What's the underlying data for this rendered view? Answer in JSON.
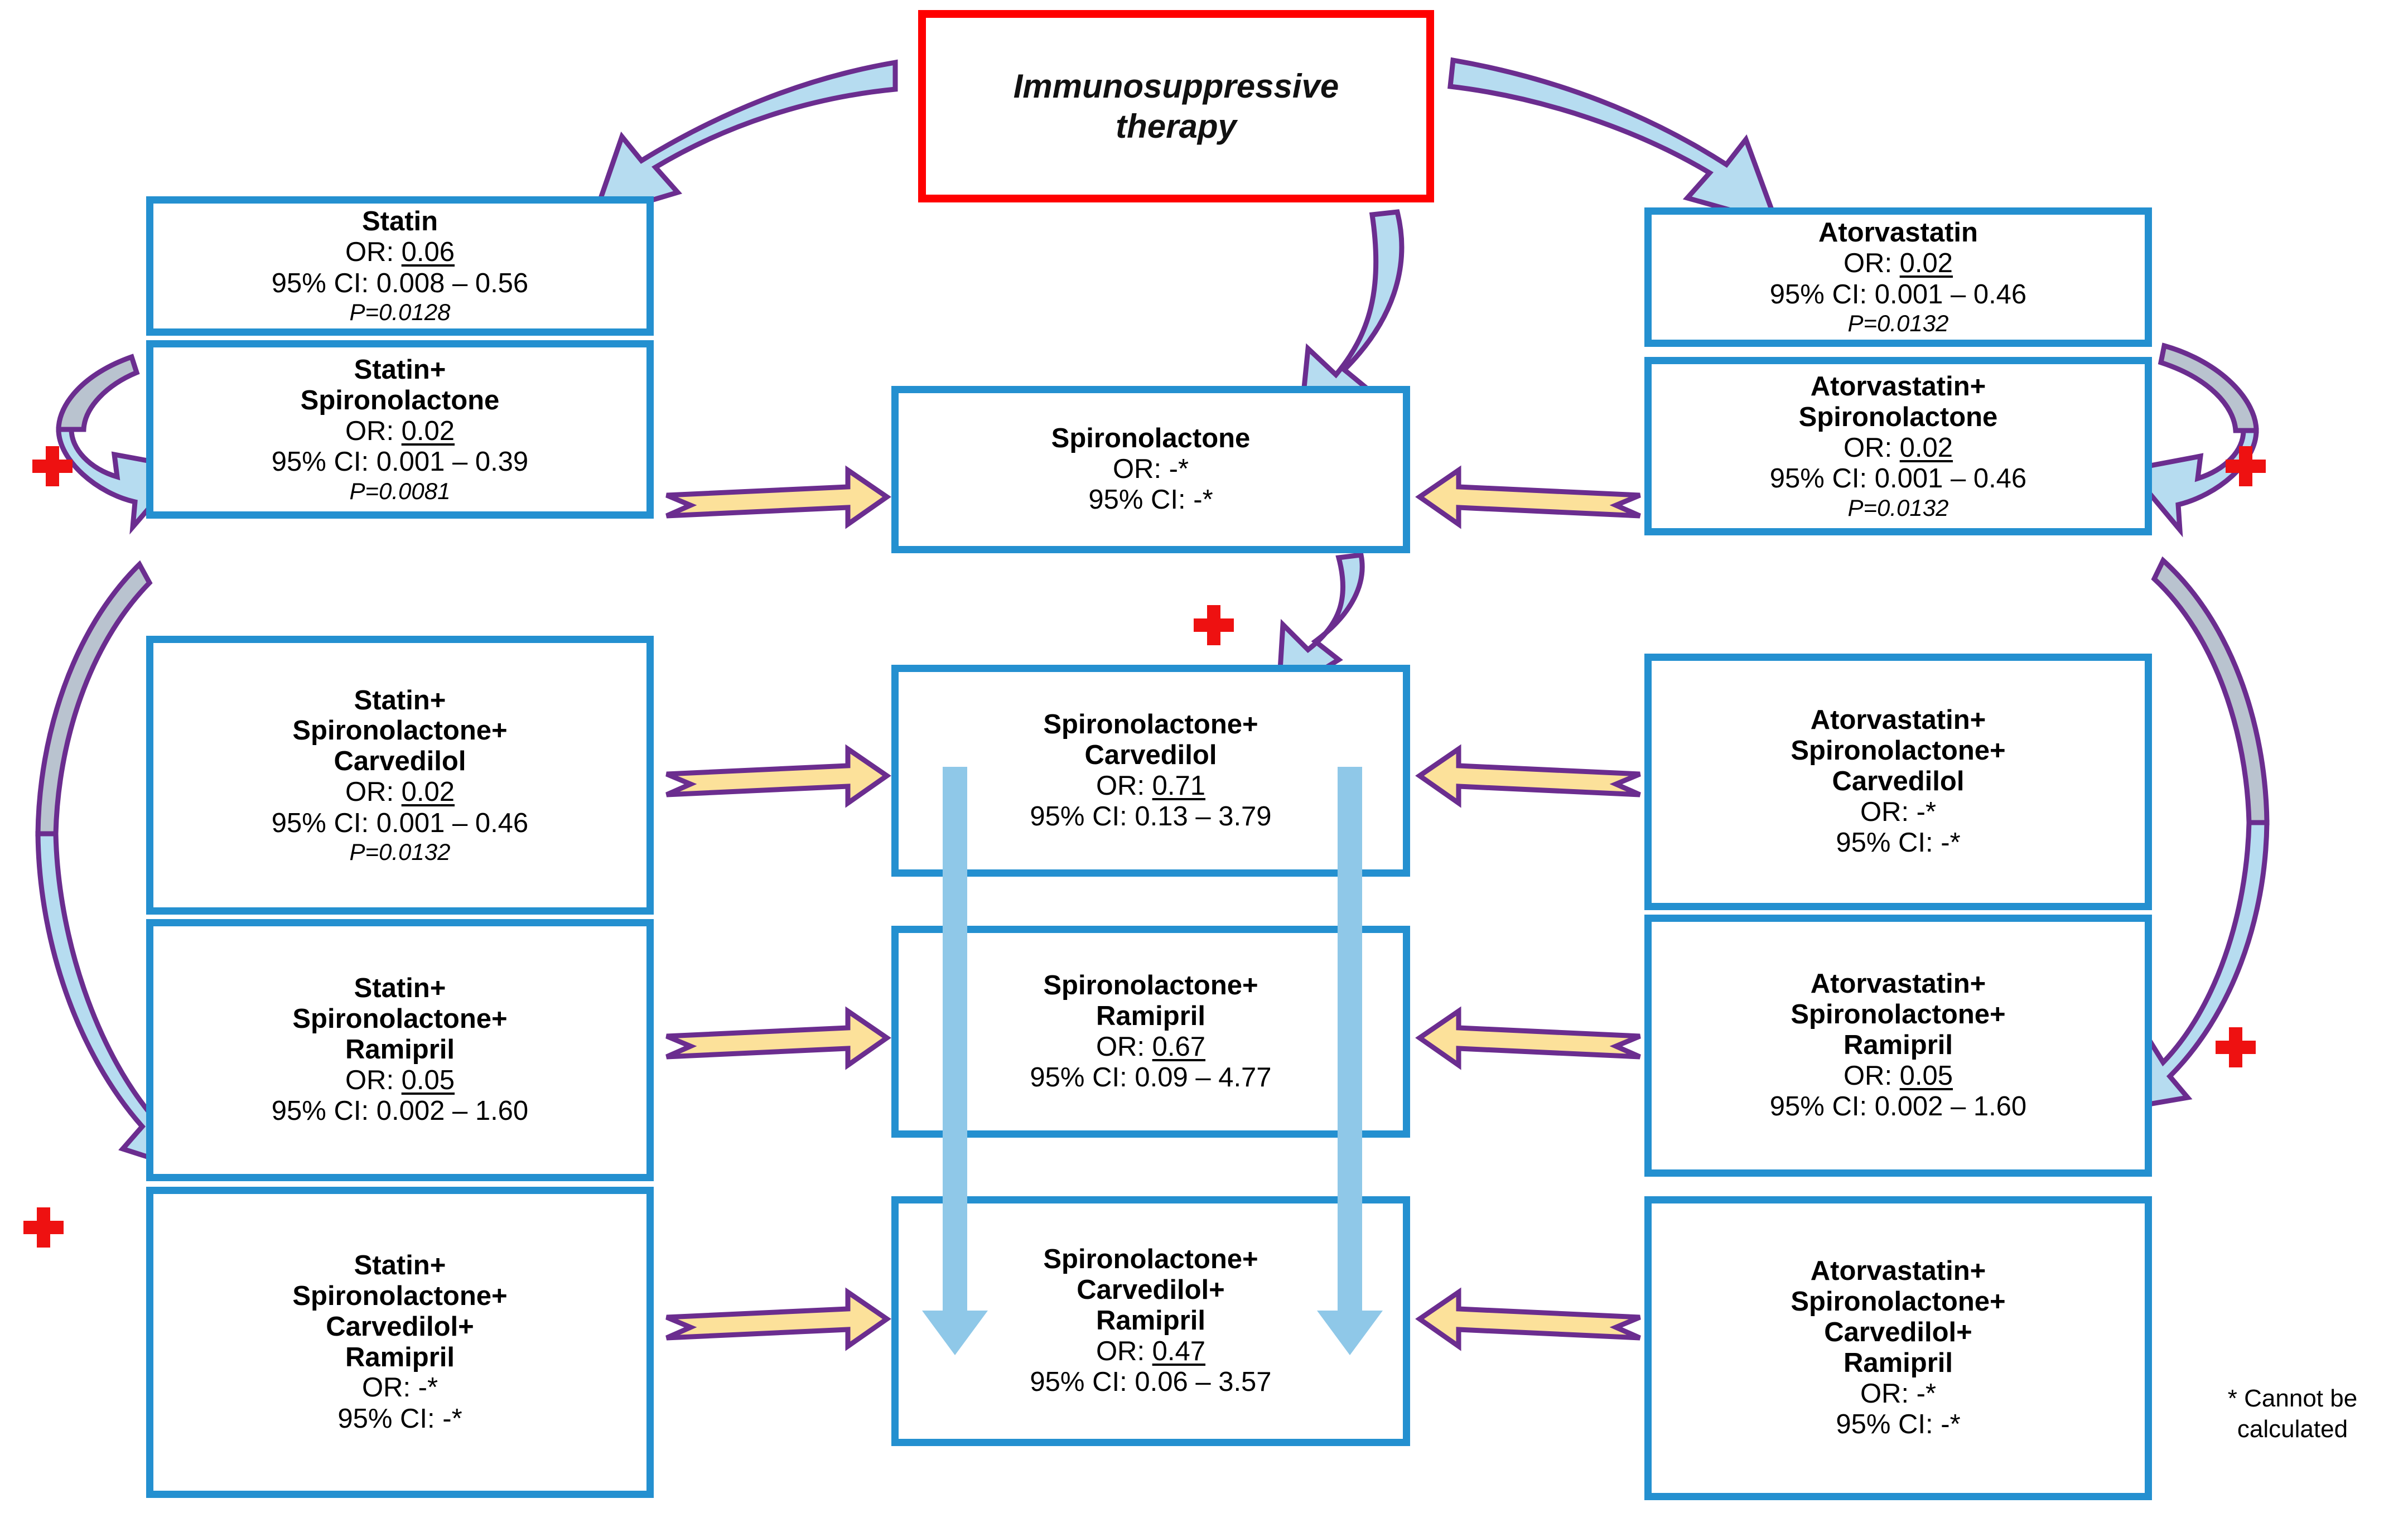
{
  "title_box": {
    "line1": "Immunosuppressive",
    "line2": "therapy",
    "border_color": "#FF0000"
  },
  "footnote": {
    "line1": "* Cannot be",
    "line2": "calculated"
  },
  "colors": {
    "box_border": "#2490D0",
    "title_border": "#FF0000",
    "blue_arrow_fill": "#B6DCF0",
    "arrow_outline": "#6B2D8F",
    "yellow_arrow_fill": "#FCE19A",
    "gray_arrow_fill": "#B9C3CF",
    "plus_red": "#EE1111",
    "vertical_arrow": "#8FC8E8"
  },
  "labels": {
    "or_prefix": "OR: ",
    "ci_prefix": "95% CI: ",
    "not_calculable": "-*"
  },
  "columns": {
    "left": {
      "name": "statin-column",
      "boxes": [
        {
          "title": [
            "Statin"
          ],
          "or": "0.06",
          "ci": "0.008 – 0.56",
          "p": "P=0.0128"
        },
        {
          "title": [
            "Statin+",
            "Spironolactone"
          ],
          "or": "0.02",
          "ci": "0.001 – 0.39",
          "p": "P=0.0081"
        },
        {
          "title": [
            "Statin+",
            "Spironolactone+",
            "Carvedilol"
          ],
          "or": "0.02",
          "ci": "0.001 – 0.46",
          "p": "P=0.0132"
        },
        {
          "title": [
            "Statin+",
            "Spironolactone+",
            "Ramipril"
          ],
          "or": "0.05",
          "ci": "0.002 – 1.60",
          "p": ""
        },
        {
          "title": [
            "Statin+",
            "Spironolactone+",
            "Carvedilol+",
            "Ramipril"
          ],
          "or": "-*",
          "ci": "-*",
          "p": ""
        }
      ]
    },
    "center": {
      "name": "spironolactone-column",
      "boxes": [
        {
          "title": [
            "Spironolactone"
          ],
          "or": "-*",
          "ci": "-*",
          "p": ""
        },
        {
          "title": [
            "Spironolactone+",
            "Carvedilol"
          ],
          "or": "0.71",
          "ci": "0.13 – 3.79",
          "p": ""
        },
        {
          "title": [
            "Spironolactone+",
            "Ramipril"
          ],
          "or": "0.67",
          "ci": "0.09 – 4.77",
          "p": ""
        },
        {
          "title": [
            "Spironolactone+",
            "Carvedilol+",
            "Ramipril"
          ],
          "or": "0.47",
          "ci": "0.06 – 3.57",
          "p": ""
        }
      ]
    },
    "right": {
      "name": "atorvastatin-column",
      "boxes": [
        {
          "title": [
            "Atorvastatin"
          ],
          "or": "0.02",
          "ci": "0.001 – 0.46",
          "p": "P=0.0132"
        },
        {
          "title": [
            "Atorvastatin+",
            "Spironolactone"
          ],
          "or": "0.02",
          "ci": "0.001 – 0.46",
          "p": "P=0.0132"
        },
        {
          "title": [
            "Atorvastatin+",
            "Spironolactone+",
            "Carvedilol"
          ],
          "or": "-*",
          "ci": "-*",
          "p": ""
        },
        {
          "title": [
            "Atorvastatin+",
            "Spironolactone+",
            "Ramipril"
          ],
          "or": "0.05",
          "ci": "0.002 – 1.60",
          "p": ""
        },
        {
          "title": [
            "Atorvastatin+",
            "Spironolactone+",
            "Carvedilol+",
            "Ramipril"
          ],
          "or": "-*",
          "ci": "-*",
          "p": ""
        }
      ]
    }
  },
  "chart_data": {
    "type": "diagram",
    "title": "Immunosuppressive therapy – odds ratios by treatment combination",
    "note": "* Cannot be calculated",
    "series": [
      {
        "name": "Statin",
        "or": 0.06,
        "ci_low": 0.008,
        "ci_high": 0.56,
        "p": 0.0128
      },
      {
        "name": "Statin+Spironolactone",
        "or": 0.02,
        "ci_low": 0.001,
        "ci_high": 0.39,
        "p": 0.0081
      },
      {
        "name": "Statin+Spironolactone+Carvedilol",
        "or": 0.02,
        "ci_low": 0.001,
        "ci_high": 0.46,
        "p": 0.0132
      },
      {
        "name": "Statin+Spironolactone+Ramipril",
        "or": 0.05,
        "ci_low": 0.002,
        "ci_high": 1.6,
        "p": null
      },
      {
        "name": "Statin+Spironolactone+Carvedilol+Ramipril",
        "or": null,
        "ci_low": null,
        "ci_high": null,
        "p": null
      },
      {
        "name": "Spironolactone",
        "or": null,
        "ci_low": null,
        "ci_high": null,
        "p": null
      },
      {
        "name": "Spironolactone+Carvedilol",
        "or": 0.71,
        "ci_low": 0.13,
        "ci_high": 3.79,
        "p": null
      },
      {
        "name": "Spironolactone+Ramipril",
        "or": 0.67,
        "ci_low": 0.09,
        "ci_high": 4.77,
        "p": null
      },
      {
        "name": "Spironolactone+Carvedilol+Ramipril",
        "or": 0.47,
        "ci_low": 0.06,
        "ci_high": 3.57,
        "p": null
      },
      {
        "name": "Atorvastatin",
        "or": 0.02,
        "ci_low": 0.001,
        "ci_high": 0.46,
        "p": 0.0132
      },
      {
        "name": "Atorvastatin+Spironolactone",
        "or": 0.02,
        "ci_low": 0.001,
        "ci_high": 0.46,
        "p": 0.0132
      },
      {
        "name": "Atorvastatin+Spironolactone+Carvedilol",
        "or": null,
        "ci_low": null,
        "ci_high": null,
        "p": null
      },
      {
        "name": "Atorvastatin+Spironolactone+Ramipril",
        "or": 0.05,
        "ci_low": 0.002,
        "ci_high": 1.6,
        "p": null
      },
      {
        "name": "Atorvastatin+Spironolactone+Carvedilol+Ramipril",
        "or": null,
        "ci_low": null,
        "ci_high": null,
        "p": null
      }
    ]
  }
}
